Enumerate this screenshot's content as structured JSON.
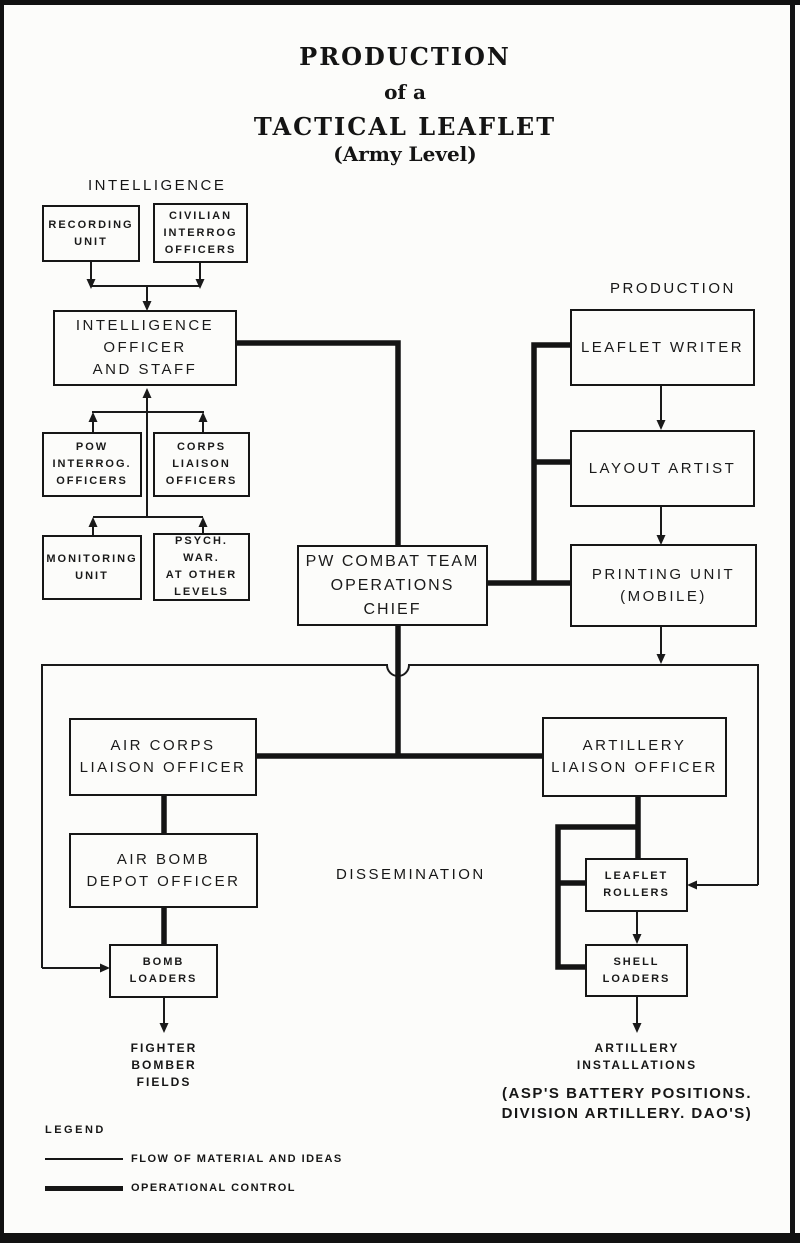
{
  "title": {
    "line1": "PRODUCTION",
    "line2": "of a",
    "line3": "TACTICAL LEAFLET",
    "line4": "(Army Level)"
  },
  "section_labels": {
    "intelligence": "INTELLIGENCE",
    "production": "PRODUCTION",
    "dissemination": "DISSEMINATION"
  },
  "boxes": {
    "recording_unit": "RECORDING\nUNIT",
    "civilian_interrog": "CIVILIAN\nINTERROG\nOFFICERS",
    "intelligence_officer": "INTELLIGENCE\nOFFICER\nAND STAFF",
    "pow_interrog": "POW\nINTERROG.\nOFFICERS",
    "corps_liaison": "CORPS\nLIAISON\nOFFICERS",
    "monitoring_unit": "MONITORING\nUNIT",
    "psych_war": "PSYCH. WAR.\nAT OTHER\nLEVELS",
    "pw_combat_team": "PW COMBAT TEAM\nOPERATIONS CHIEF",
    "leaflet_writer": "LEAFLET WRITER",
    "layout_artist": "LAYOUT ARTIST",
    "printing_unit": "PRINTING UNIT\n(MOBILE)",
    "air_corps_liaison": "AIR CORPS\nLIAISON OFFICER",
    "air_bomb_depot": "AIR BOMB\nDEPOT OFFICER",
    "bomb_loaders": "BOMB\nLOADERS",
    "artillery_liaison": "ARTILLERY\nLIAISON OFFICER",
    "leaflet_rollers": "LEAFLET\nROLLERS",
    "shell_loaders": "SHELL\nLOADERS"
  },
  "outputs": {
    "fighter_bomber_fields": "FIGHTER\nBOMBER\nFIELDS",
    "artillery_installations": "ARTILLERY\nINSTALLATIONS",
    "artillery_note": "(ASP'S BATTERY POSITIONS.\nDIVISION ARTILLERY. DAO'S)"
  },
  "legend": {
    "heading": "LEGEND",
    "thin_label": "FLOW OF MATERIAL AND IDEAS",
    "thick_label": "OPERATIONAL CONTROL"
  },
  "colors": {
    "ink": "#1a1a1a",
    "paper": "#fcfcfa"
  }
}
